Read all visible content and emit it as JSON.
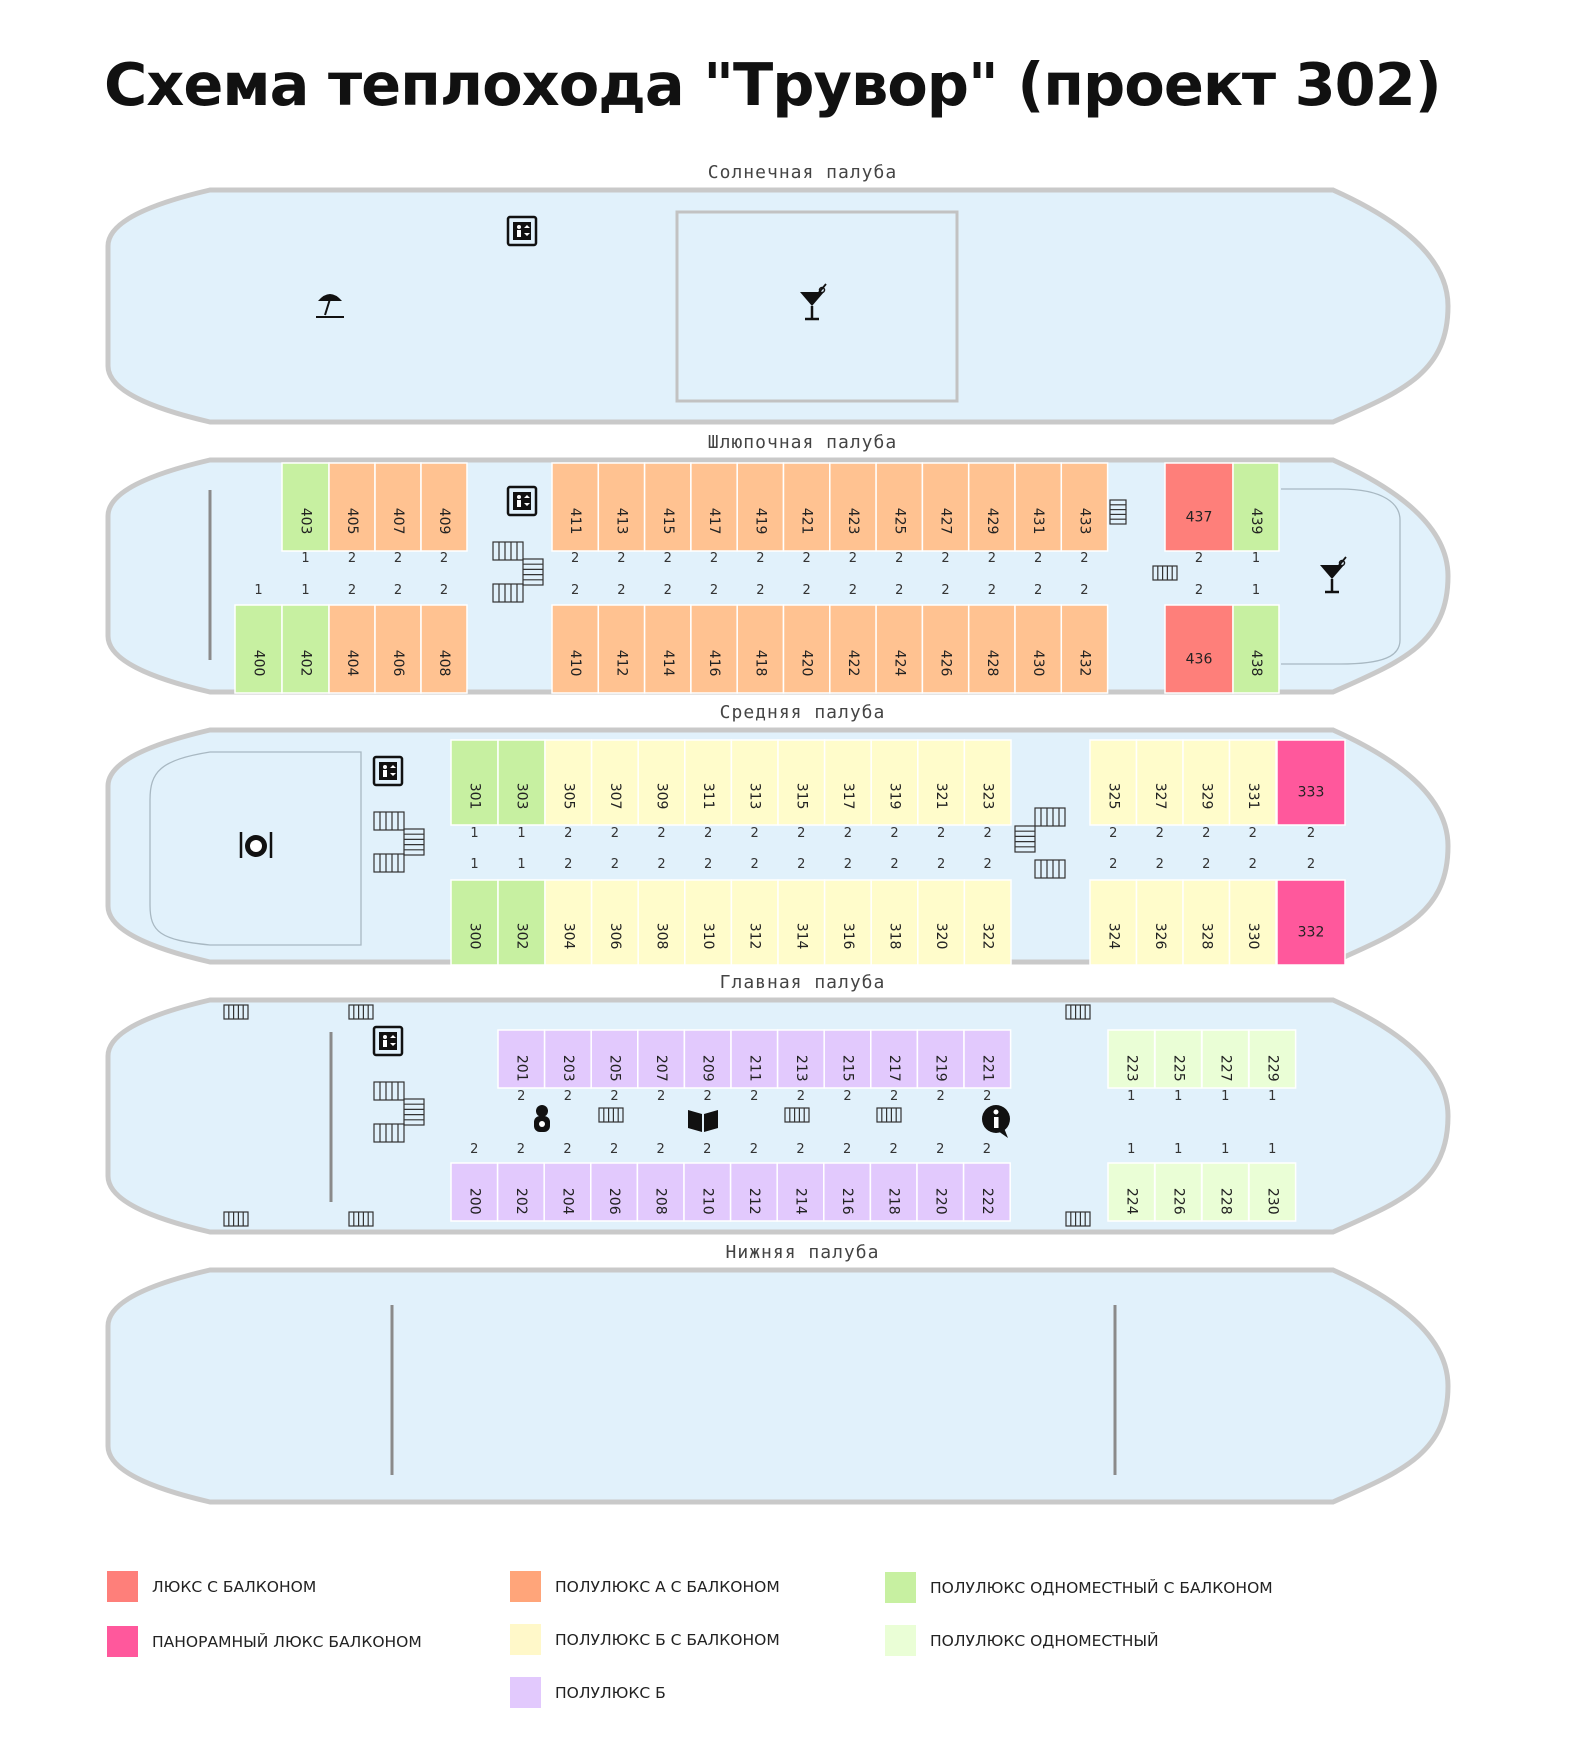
{
  "title": "Схема теплохода \"Трувор\" (проект 302)",
  "decks": {
    "sun": "Солнечная  палуба",
    "boat": "Шлюпочная  палуба",
    "middle": "Средняя  палуба",
    "main": "Главная  палуба",
    "lower": "Нижняя  палуба"
  },
  "colors": {
    "hull": "#e1f1fb",
    "outline": "#c9c9c9",
    "lux": "#fe7f7a",
    "pano": "#ff589c",
    "semiA": "#ffc291",
    "semiB_balc": "#fffccb",
    "semiB": "#e2c9fd",
    "single_balc": "#c7f0a1",
    "single": "#eafed6"
  },
  "legend": [
    {
      "label": "ЛЮКС С БАЛКОНОМ",
      "color": "#fe7f7a"
    },
    {
      "label": "ПАНОРАМНЫЙ ЛЮКС БАЛКОНОМ",
      "color": "#ff589c"
    },
    {
      "label": "ПОЛУЛЮКС А С БАЛКОНОМ",
      "color": "#ffa57a"
    },
    {
      "label": "ПОЛУЛЮКС Б С БАЛКОНОМ",
      "color": "#fff8c9"
    },
    {
      "label": "ПОЛУЛЮКС Б",
      "color": "#e2c9fd"
    },
    {
      "label": "ПОЛУЛЮКС ОДНОМЕСТНЫЙ С БАЛКОНОМ",
      "color": "#c7f0a1"
    },
    {
      "label": "ПОЛУЛЮКС ОДНОМЕСТНЫЙ",
      "color": "#eafed6"
    }
  ],
  "cabins": {
    "boat_top": [
      {
        "n": "403",
        "cat": "single_balc",
        "b": "1"
      },
      {
        "n": "405",
        "cat": "semiA",
        "b": "2"
      },
      {
        "n": "407",
        "cat": "semiA",
        "b": "2"
      },
      {
        "n": "409",
        "cat": "semiA",
        "b": "2"
      },
      {
        "n": "411",
        "cat": "semiA",
        "b": "2"
      },
      {
        "n": "413",
        "cat": "semiA",
        "b": "2"
      },
      {
        "n": "415",
        "cat": "semiA",
        "b": "2"
      },
      {
        "n": "417",
        "cat": "semiA",
        "b": "2"
      },
      {
        "n": "419",
        "cat": "semiA",
        "b": "2"
      },
      {
        "n": "421",
        "cat": "semiA",
        "b": "2"
      },
      {
        "n": "423",
        "cat": "semiA",
        "b": "2"
      },
      {
        "n": "425",
        "cat": "semiA",
        "b": "2"
      },
      {
        "n": "427",
        "cat": "semiA",
        "b": "2"
      },
      {
        "n": "429",
        "cat": "semiA",
        "b": "2"
      },
      {
        "n": "431",
        "cat": "semiA",
        "b": "2"
      },
      {
        "n": "433",
        "cat": "semiA",
        "b": "2"
      },
      {
        "n": "437",
        "cat": "lux",
        "b": "2"
      },
      {
        "n": "439",
        "cat": "single_balc",
        "b": "1"
      }
    ],
    "boat_bottom": [
      {
        "n": "400",
        "cat": "single_balc",
        "b": "1"
      },
      {
        "n": "402",
        "cat": "single_balc",
        "b": "1"
      },
      {
        "n": "404",
        "cat": "semiA",
        "b": "2"
      },
      {
        "n": "406",
        "cat": "semiA",
        "b": "2"
      },
      {
        "n": "408",
        "cat": "semiA",
        "b": "2"
      },
      {
        "n": "410",
        "cat": "semiA",
        "b": "2"
      },
      {
        "n": "412",
        "cat": "semiA",
        "b": "2"
      },
      {
        "n": "414",
        "cat": "semiA",
        "b": "2"
      },
      {
        "n": "416",
        "cat": "semiA",
        "b": "2"
      },
      {
        "n": "418",
        "cat": "semiA",
        "b": "2"
      },
      {
        "n": "420",
        "cat": "semiA",
        "b": "2"
      },
      {
        "n": "422",
        "cat": "semiA",
        "b": "2"
      },
      {
        "n": "424",
        "cat": "semiA",
        "b": "2"
      },
      {
        "n": "426",
        "cat": "semiA",
        "b": "2"
      },
      {
        "n": "428",
        "cat": "semiA",
        "b": "2"
      },
      {
        "n": "430",
        "cat": "semiA",
        "b": "2"
      },
      {
        "n": "432",
        "cat": "semiA",
        "b": "2"
      },
      {
        "n": "436",
        "cat": "lux",
        "b": "2"
      },
      {
        "n": "438",
        "cat": "single_balc",
        "b": "1"
      }
    ],
    "middle_top": [
      {
        "n": "301",
        "cat": "single_balc",
        "b": "1"
      },
      {
        "n": "303",
        "cat": "single_balc",
        "b": "1"
      },
      {
        "n": "305",
        "cat": "semiB_balc",
        "b": "2"
      },
      {
        "n": "307",
        "cat": "semiB_balc",
        "b": "2"
      },
      {
        "n": "309",
        "cat": "semiB_balc",
        "b": "2"
      },
      {
        "n": "311",
        "cat": "semiB_balc",
        "b": "2"
      },
      {
        "n": "313",
        "cat": "semiB_balc",
        "b": "2"
      },
      {
        "n": "315",
        "cat": "semiB_balc",
        "b": "2"
      },
      {
        "n": "317",
        "cat": "semiB_balc",
        "b": "2"
      },
      {
        "n": "319",
        "cat": "semiB_balc",
        "b": "2"
      },
      {
        "n": "321",
        "cat": "semiB_balc",
        "b": "2"
      },
      {
        "n": "323",
        "cat": "semiB_balc",
        "b": "2"
      },
      {
        "n": "325",
        "cat": "semiB_balc",
        "b": "2"
      },
      {
        "n": "327",
        "cat": "semiB_balc",
        "b": "2"
      },
      {
        "n": "329",
        "cat": "semiB_balc",
        "b": "2"
      },
      {
        "n": "331",
        "cat": "semiB_balc",
        "b": "2"
      },
      {
        "n": "333",
        "cat": "pano",
        "b": "2"
      }
    ],
    "middle_bottom": [
      {
        "n": "300",
        "cat": "single_balc",
        "b": "1"
      },
      {
        "n": "302",
        "cat": "single_balc",
        "b": "1"
      },
      {
        "n": "304",
        "cat": "semiB_balc",
        "b": "2"
      },
      {
        "n": "306",
        "cat": "semiB_balc",
        "b": "2"
      },
      {
        "n": "308",
        "cat": "semiB_balc",
        "b": "2"
      },
      {
        "n": "310",
        "cat": "semiB_balc",
        "b": "2"
      },
      {
        "n": "312",
        "cat": "semiB_balc",
        "b": "2"
      },
      {
        "n": "314",
        "cat": "semiB_balc",
        "b": "2"
      },
      {
        "n": "316",
        "cat": "semiB_balc",
        "b": "2"
      },
      {
        "n": "318",
        "cat": "semiB_balc",
        "b": "2"
      },
      {
        "n": "320",
        "cat": "semiB_balc",
        "b": "2"
      },
      {
        "n": "322",
        "cat": "semiB_balc",
        "b": "2"
      },
      {
        "n": "324",
        "cat": "semiB_balc",
        "b": "2"
      },
      {
        "n": "326",
        "cat": "semiB_balc",
        "b": "2"
      },
      {
        "n": "328",
        "cat": "semiB_balc",
        "b": "2"
      },
      {
        "n": "330",
        "cat": "semiB_balc",
        "b": "2"
      },
      {
        "n": "332",
        "cat": "pano",
        "b": "2"
      }
    ],
    "main_top": [
      {
        "n": "201",
        "cat": "semiB",
        "b": "2"
      },
      {
        "n": "203",
        "cat": "semiB",
        "b": "2"
      },
      {
        "n": "205",
        "cat": "semiB",
        "b": "2"
      },
      {
        "n": "207",
        "cat": "semiB",
        "b": "2"
      },
      {
        "n": "209",
        "cat": "semiB",
        "b": "2"
      },
      {
        "n": "211",
        "cat": "semiB",
        "b": "2"
      },
      {
        "n": "213",
        "cat": "semiB",
        "b": "2"
      },
      {
        "n": "215",
        "cat": "semiB",
        "b": "2"
      },
      {
        "n": "217",
        "cat": "semiB",
        "b": "2"
      },
      {
        "n": "219",
        "cat": "semiB",
        "b": "2"
      },
      {
        "n": "221",
        "cat": "semiB",
        "b": "2"
      },
      {
        "n": "223",
        "cat": "single",
        "b": "1"
      },
      {
        "n": "225",
        "cat": "single",
        "b": "1"
      },
      {
        "n": "227",
        "cat": "single",
        "b": "1"
      },
      {
        "n": "229",
        "cat": "single",
        "b": "1"
      }
    ],
    "main_bottom": [
      {
        "n": "200",
        "cat": "semiB",
        "b": "2"
      },
      {
        "n": "202",
        "cat": "semiB",
        "b": "2"
      },
      {
        "n": "204",
        "cat": "semiB",
        "b": "2"
      },
      {
        "n": "206",
        "cat": "semiB",
        "b": "2"
      },
      {
        "n": "208",
        "cat": "semiB",
        "b": "2"
      },
      {
        "n": "210",
        "cat": "semiB",
        "b": "2"
      },
      {
        "n": "212",
        "cat": "semiB",
        "b": "2"
      },
      {
        "n": "214",
        "cat": "semiB",
        "b": "2"
      },
      {
        "n": "216",
        "cat": "semiB",
        "b": "2"
      },
      {
        "n": "218",
        "cat": "semiB",
        "b": "2"
      },
      {
        "n": "220",
        "cat": "semiB",
        "b": "2"
      },
      {
        "n": "222",
        "cat": "semiB",
        "b": "2"
      },
      {
        "n": "224",
        "cat": "single",
        "b": "1"
      },
      {
        "n": "226",
        "cat": "single",
        "b": "1"
      },
      {
        "n": "228",
        "cat": "single",
        "b": "1"
      },
      {
        "n": "230",
        "cat": "single",
        "b": "1"
      }
    ]
  },
  "icons": [
    "elevator-icon",
    "beach-umbrella-icon",
    "cocktail-icon",
    "stairs-icon",
    "restaurant-icon",
    "baby-room-icon",
    "library-icon",
    "info-icon",
    "handrail-icon"
  ]
}
